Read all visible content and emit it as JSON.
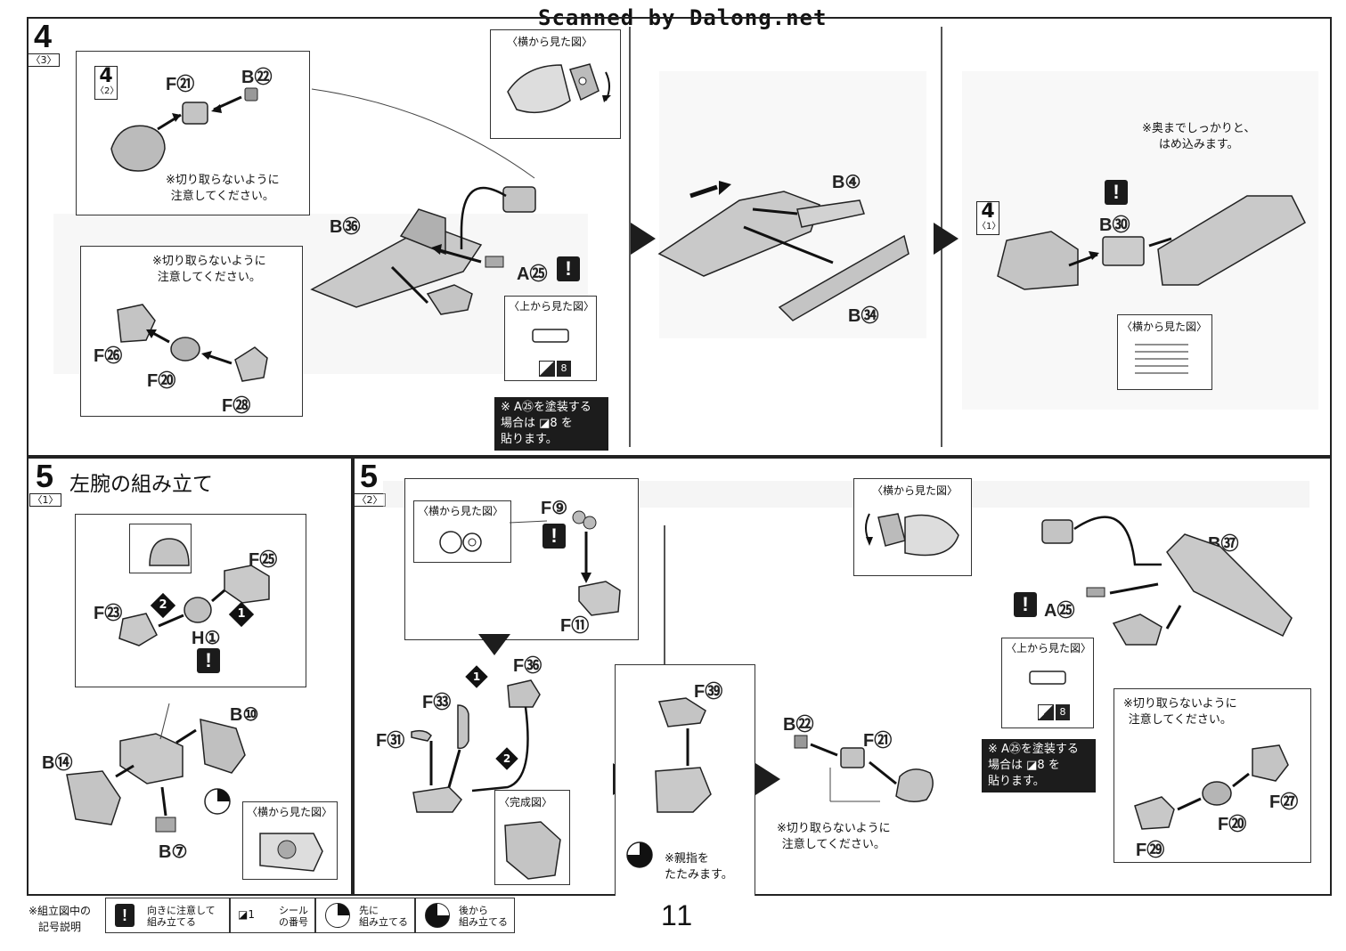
{
  "header": {
    "watermark": "Scanned by Dalong.net"
  },
  "page_number": "11",
  "step4": {
    "number": "4",
    "sub": "〈3〉",
    "inset1": {
      "ref_num": "4",
      "ref_sub": "〈2〉",
      "parts": [
        "F㉑",
        "B㉒"
      ],
      "note": "※切り取らないように\n注意してください。"
    },
    "inset2": {
      "note": "※切り取らないように\n注意してください。",
      "parts": [
        "F㉖",
        "F⑳",
        "F㉘"
      ]
    },
    "main_parts": [
      "B㊱",
      "A㉕"
    ],
    "side_view_label": "〈横から見た図〉",
    "top_view_label": "〈上から見た図〉",
    "sticker_num": "8",
    "paint_note": "※ A㉕を塗装する\n場合は ◪8 を\n貼ります。",
    "mid_parts": [
      "B④",
      "B㉞"
    ],
    "right": {
      "ref_num": "4",
      "ref_sub": "〈1〉",
      "part": "B㉚",
      "note": "※奥までしっかりと、\nはめ込みます。",
      "side_view_label": "〈横から見た図〉"
    }
  },
  "step5_1": {
    "number": "5",
    "sub": "〈1〉",
    "title": "左腕の組み立て",
    "parts_top": [
      "F㉕",
      "F㉓",
      "H①"
    ],
    "order": [
      "2",
      "1"
    ],
    "parts_bottom": [
      "B⑩",
      "B⑭",
      "B⑦"
    ],
    "side_view_label": "〈横から見た図〉"
  },
  "step5_2": {
    "number": "5",
    "sub": "〈2〉",
    "inset_side_label": "〈横から見た図〉",
    "inset_parts": [
      "F⑨",
      "F⑪"
    ],
    "parts": [
      "F㊱",
      "F㉝",
      "F㉛"
    ],
    "order": [
      "1",
      "2"
    ],
    "complete_label": "〈完成図〉",
    "thumb_part": "F㊴",
    "thumb_note": "※親指を\nたたみます。",
    "fist_parts": [
      "B㉒",
      "F㉑"
    ],
    "fist_note": "※切り取らないように\n注意してください。",
    "right_side_label": "〈横から見た図〉",
    "right_parts": [
      "B㊲",
      "A㉕"
    ],
    "top_view_label": "〈上から見た図〉",
    "sticker_num": "8",
    "paint_note": "※ A㉕を塗装する\n場合は ◪8 を\n貼ります。",
    "hand_note": "※切り取らないように\n注意してください。",
    "hand_parts": [
      "F㉗",
      "F⑳",
      "F㉙"
    ]
  },
  "legend": {
    "heading": "※組立図中の\n記号説明",
    "items": [
      {
        "symbol": "!",
        "text": "向きに注意して\n組み立てる"
      },
      {
        "symbol": "◪1",
        "text": "シール\nの番号"
      },
      {
        "symbol": "◔",
        "text": "先に\n組み立てる"
      },
      {
        "symbol": "◕",
        "text": "後から\n組み立てる"
      }
    ]
  }
}
